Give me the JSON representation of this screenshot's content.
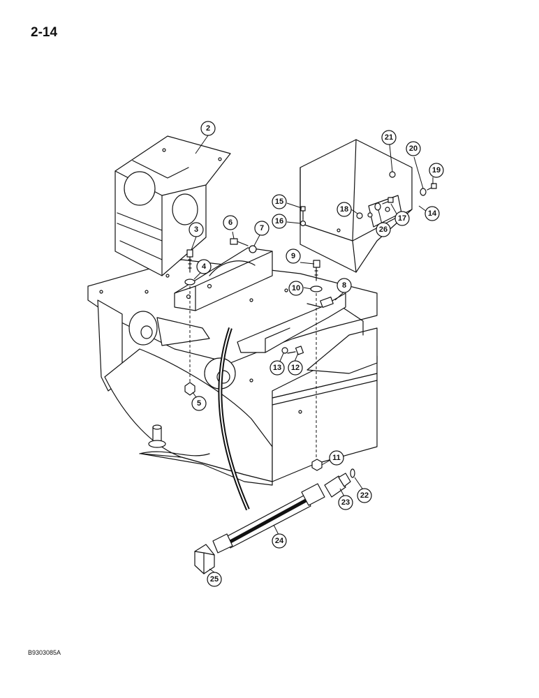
{
  "page_number": "2-14",
  "figure_code": "B9303085A",
  "callouts": [
    {
      "id": "2",
      "label": "2"
    },
    {
      "id": "3",
      "label": "3"
    },
    {
      "id": "4",
      "label": "4"
    },
    {
      "id": "5",
      "label": "5"
    },
    {
      "id": "6",
      "label": "6"
    },
    {
      "id": "7",
      "label": "7"
    },
    {
      "id": "8",
      "label": "8"
    },
    {
      "id": "9",
      "label": "9"
    },
    {
      "id": "10",
      "label": "10"
    },
    {
      "id": "11",
      "label": "11"
    },
    {
      "id": "12",
      "label": "12"
    },
    {
      "id": "13",
      "label": "13"
    },
    {
      "id": "14",
      "label": "14"
    },
    {
      "id": "15",
      "label": "15"
    },
    {
      "id": "16",
      "label": "16"
    },
    {
      "id": "17",
      "label": "17"
    },
    {
      "id": "18",
      "label": "18"
    },
    {
      "id": "19",
      "label": "19"
    },
    {
      "id": "20",
      "label": "20"
    },
    {
      "id": "21",
      "label": "21"
    },
    {
      "id": "22",
      "label": "22"
    },
    {
      "id": "23",
      "label": "23"
    },
    {
      "id": "24",
      "label": "24"
    },
    {
      "id": "25",
      "label": "25"
    },
    {
      "id": "26",
      "label": "26"
    }
  ]
}
